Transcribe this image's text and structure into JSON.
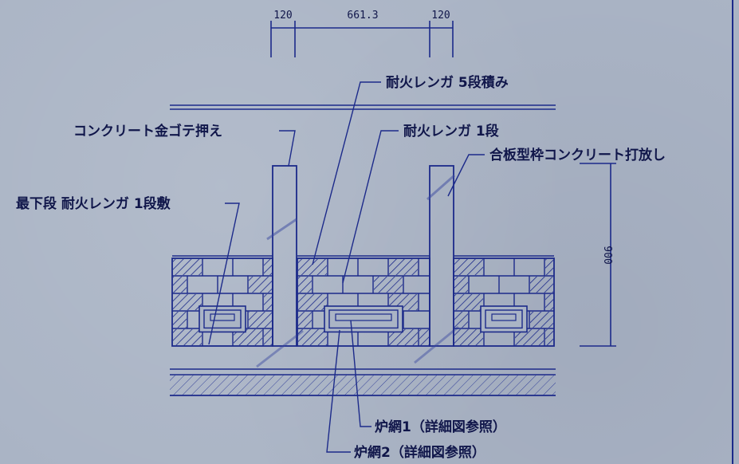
{
  "dimensions": {
    "top_left": "120",
    "top_middle": "661.3",
    "top_right": "120",
    "height": "900"
  },
  "labels": {
    "refractory_5_courses": "耐火レンガ 5段積み",
    "concrete_trowel": "コンクリート金ゴテ押え",
    "refractory_1_course": "耐火レンガ 1段",
    "plywood_form_concrete": "合板型枠コンクリート打放し",
    "bottom_refractory": "最下段 耐火レンガ 1段敷",
    "grate_1": "炉網1（詳細図参照）",
    "grate_2": "炉網2（詳細図参照）"
  },
  "colors": {
    "background": "#aab4c5",
    "ink": "#1c2a8a",
    "text": "#10164a"
  }
}
